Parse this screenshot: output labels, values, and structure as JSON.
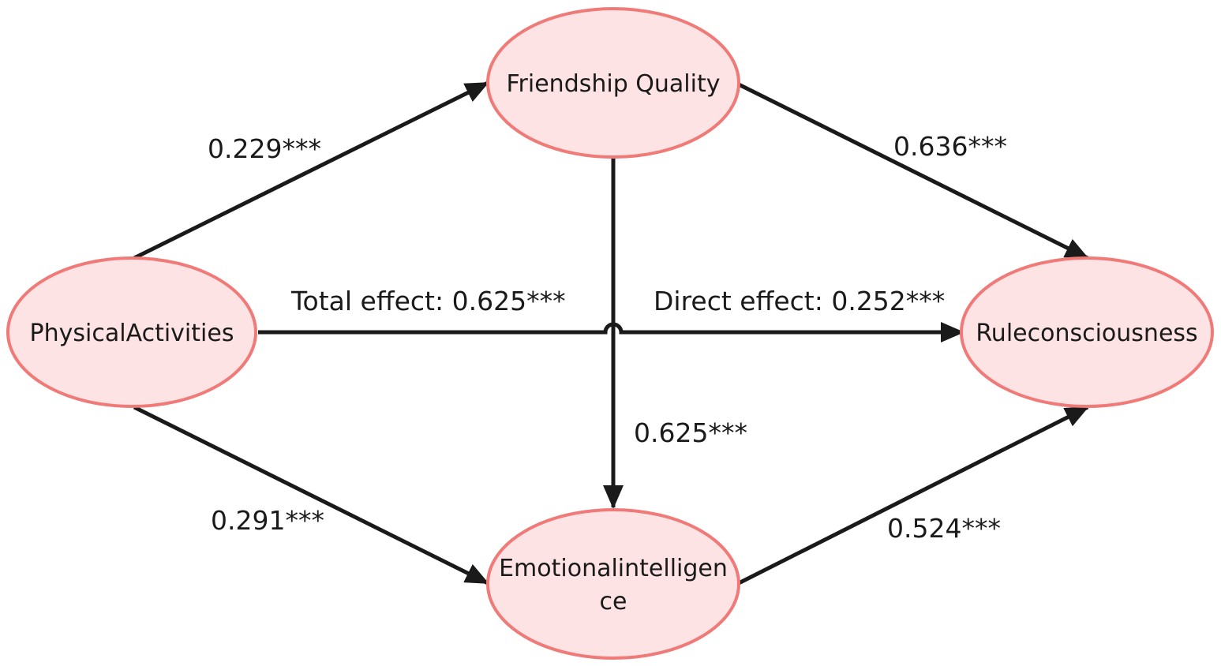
{
  "diagram": {
    "colors": {
      "node_fill": "#fde3e3",
      "node_stroke": "#f07a78",
      "edge": "#1a1a1a",
      "text": "#1a1a1a"
    },
    "nodes": {
      "physical_activities": "PhysicalActivities",
      "friendship_quality": "Friendship Quality",
      "emotional_intelligence_line1": "Emotionalintelligen",
      "emotional_intelligence_line2": "ce",
      "rule_consciousness": "Ruleconsciousness"
    },
    "edge_labels": {
      "pa_to_fq": "0.229***",
      "fq_to_rc": "0.636***",
      "total_effect": "Total effect: 0.625***",
      "direct_effect": "Direct effect: 0.252***",
      "fq_to_ei": "0.625***",
      "pa_to_ei": "0.291***",
      "ei_to_rc": "0.524***"
    }
  }
}
